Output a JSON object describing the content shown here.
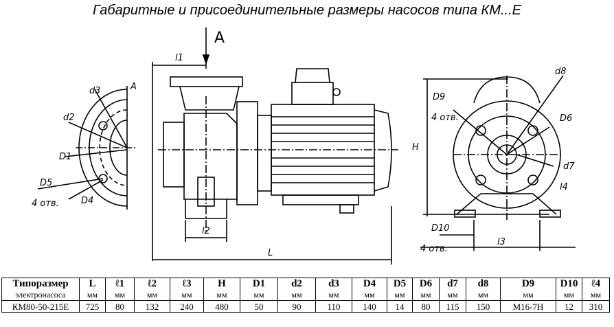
{
  "title": "Габаритные и присоединительные размеры насосов типа КМ...Е",
  "view_label": "А",
  "labels": {
    "d3": "d3",
    "d2": "d2",
    "D1": "D1",
    "D5": "D5",
    "D4": "D4",
    "otv_left": "4 отв.",
    "A_side": "А",
    "l1": "l1",
    "l2": "l2",
    "L": "L",
    "d8": "d8",
    "D9": "D9",
    "otv_right_top": "4 отв.",
    "D6": "D6",
    "d7": "d7",
    "H": "H",
    "l4": "l4",
    "D10": "D10",
    "otv_right_bottom": "4 отв.",
    "l3": "l3"
  },
  "table": {
    "header_row1": [
      "Типоразмер",
      "L",
      "ℓ1",
      "ℓ2",
      "ℓ3",
      "H",
      "D1",
      "d2",
      "d3",
      "D4",
      "D5",
      "D6",
      "d7",
      "d8",
      "D9",
      "D10",
      "ℓ4"
    ],
    "header_row2": [
      "электронасоса",
      "мм",
      "мм",
      "мм",
      "мм",
      "мм",
      "мм",
      "мм",
      "мм",
      "мм",
      "мм",
      "мм",
      "мм",
      "мм",
      "мм",
      "мм",
      "мм"
    ],
    "rows": [
      [
        "КМ80-50-215Е",
        "725",
        "80",
        "132",
        "240",
        "480",
        "50",
        "90",
        "110",
        "140",
        "14",
        "80",
        "115",
        "150",
        "М16-7Н",
        "12",
        "310"
      ]
    ]
  }
}
